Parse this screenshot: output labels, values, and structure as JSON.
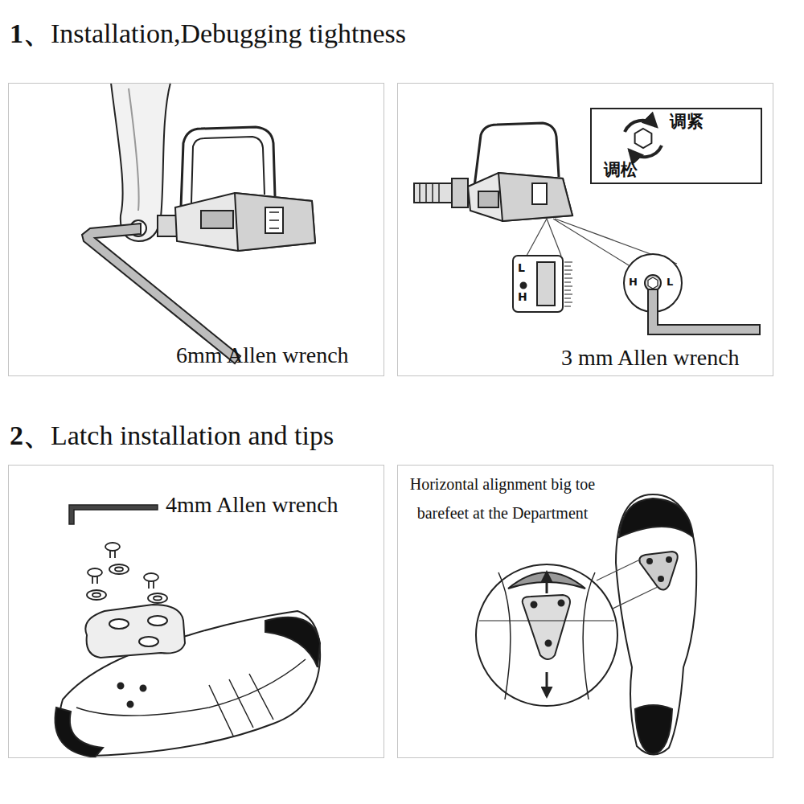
{
  "diagram": {
    "nodes": [
      {
        "text": [
          "6mm Allen wrench"
        ]
      },
      {
        "text": [
          "3 mm Allen wrench"
        ]
      },
      {
        "text": [
          "调紧",
          "调松"
        ],
        "in": 1
      },
      {
        "text": [
          "4mm Allen wrench"
        ]
      },
      {
        "text": [
          "Horizontal alignment big toe barefeet at the Department"
        ]
      }
    ],
    "labels": [
      "1、Installation,Debugging tightness",
      "2、Latch installation and tips",
      "L",
      "H",
      "H",
      "L"
    ]
  }
}
